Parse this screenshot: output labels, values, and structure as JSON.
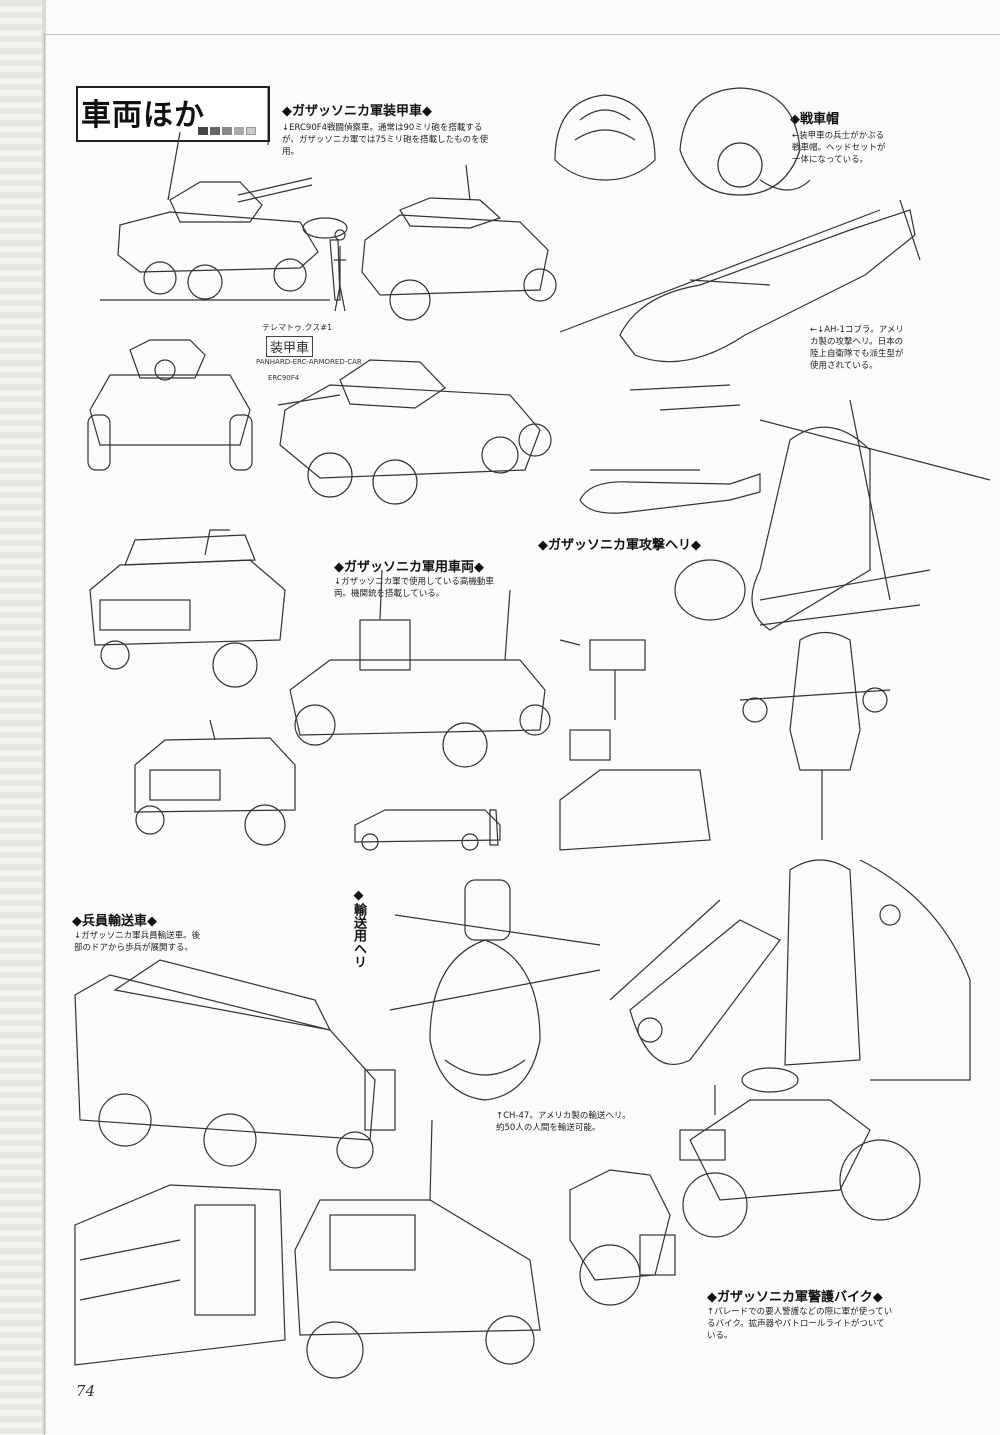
{
  "page": {
    "section_title": "車両ほか",
    "page_number": "74"
  },
  "armored_car": {
    "heading": "◆ガザッソニカ軍装甲車◆",
    "caption": "↓ERC90F4戦闘偵察車。通常は90ミリ砲を搭載するが、ガザッソニカ軍では75ミリ砲を搭載したものを使用。",
    "sketch_note_1": "テレマトゥ.クス#1",
    "sketch_note_2": "装甲車",
    "sketch_note_3": "PANHARD-ERC-ARMORED-CAR",
    "sketch_note_4": "ERC90F4"
  },
  "helmet": {
    "heading": "◆戦車帽",
    "caption": "←装甲車の兵士がかぶる戦車帽。ヘッドセットが一体になっている。"
  },
  "cobra": {
    "caption": "←↓AH-1コブラ。アメリカ製の攻撃ヘリ。日本の陸上自衛隊でも派生型が使用されている。"
  },
  "attack_heli": {
    "heading": "◆ガザッソニカ軍攻撃ヘリ◆"
  },
  "military_vehicle": {
    "heading": "◆ガザッソニカ軍用車両◆",
    "caption": "↓ガザッソニカ軍で使用している高機動車両。機関銃を搭載している。"
  },
  "troop_carrier": {
    "heading": "◆兵員輸送車◆",
    "caption": "↓ガザッソニカ軍兵員輸送車。後部のドアから歩兵が展開する。"
  },
  "transport_heli": {
    "heading": "◆輸送用ヘリ",
    "caption": "↑CH-47。アメリカ製の輸送ヘリ。約50人の人間を輸送可能。"
  },
  "police_bike": {
    "heading": "◆ガザッソニカ軍警護バイク◆",
    "caption": "↑パレードでの要人警護などの際に軍が使っているバイク。拡声器やパトロールライトがついている。"
  }
}
